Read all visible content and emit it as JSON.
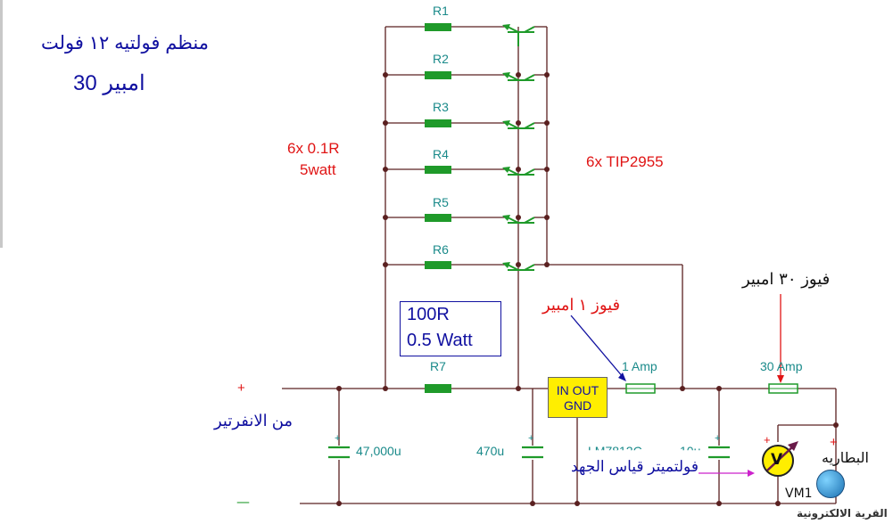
{
  "title": {
    "line1": "منظم فولتيه ١٢ فولت",
    "line2": "امبير 30"
  },
  "resistors": {
    "r1": "R1",
    "r2": "R2",
    "r3": "R3",
    "r4": "R4",
    "r5": "R5",
    "r6": "R6",
    "r7": "R7"
  },
  "resistor_note": {
    "line1": "6x 0.1R",
    "line2": "5watt"
  },
  "transistor_note": "6x TIP2955",
  "r7_note": {
    "line1": "100R",
    "line2": "0.5 Watt"
  },
  "regulator": {
    "in": "IN",
    "out": "OUT",
    "gnd": "GND",
    "part": "LM7812C"
  },
  "fuse1": {
    "label": "فيوز ١ امبير",
    "rating": "1 Amp"
  },
  "fuse30": {
    "label": "فيوز ٣٠ امبير",
    "rating": "30 Amp"
  },
  "capacitors": {
    "c1": "47,000u",
    "c2": "470u",
    "c3": "10u"
  },
  "input": {
    "plus": "+",
    "minus": "—",
    "label": "من الانفرتير"
  },
  "battery": {
    "label": "البطاريه",
    "plus": "+"
  },
  "voltmeter": {
    "label": "فولتميتر قياس الجهد",
    "symbol": "V",
    "ref": "VM1"
  },
  "logo": {
    "text": "القرية الالكترونية"
  },
  "colors": {
    "wire": "#5a2020",
    "resistor": "#1f9a2a",
    "transistor": "#1f9a2a",
    "annotation_red": "#e01515",
    "annotation_navy": "#1010a0",
    "label_teal": "#1a8a8a",
    "regulator_fill": "#ffee00",
    "voltmeter_fill": "#ffee00",
    "arrow_magenta": "#cc22cc"
  }
}
